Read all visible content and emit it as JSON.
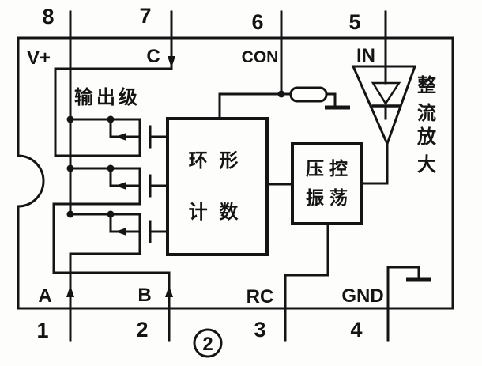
{
  "figure": {
    "number_label": "2"
  },
  "pins": {
    "top": [
      {
        "number": "8",
        "name": "V+"
      },
      {
        "number": "7",
        "name": "C"
      },
      {
        "number": "6",
        "name": "CON"
      },
      {
        "number": "5",
        "name": "IN"
      }
    ],
    "bottom": [
      {
        "number": "1",
        "name": "A"
      },
      {
        "number": "2",
        "name": "B"
      },
      {
        "number": "3",
        "name": "RC"
      },
      {
        "number": "4",
        "name": "GND"
      }
    ]
  },
  "blocks": {
    "output_stage": {
      "label": "输出级"
    },
    "ring_counter": {
      "line1": "环 形",
      "line2": "计 数"
    },
    "vco": {
      "line1": "压控",
      "line2": "振荡"
    },
    "rectifier_amp": {
      "chars": [
        "整",
        "流",
        "放",
        "大"
      ]
    }
  },
  "colors": {
    "ink": "#141414",
    "background": "#fdfdfb"
  }
}
